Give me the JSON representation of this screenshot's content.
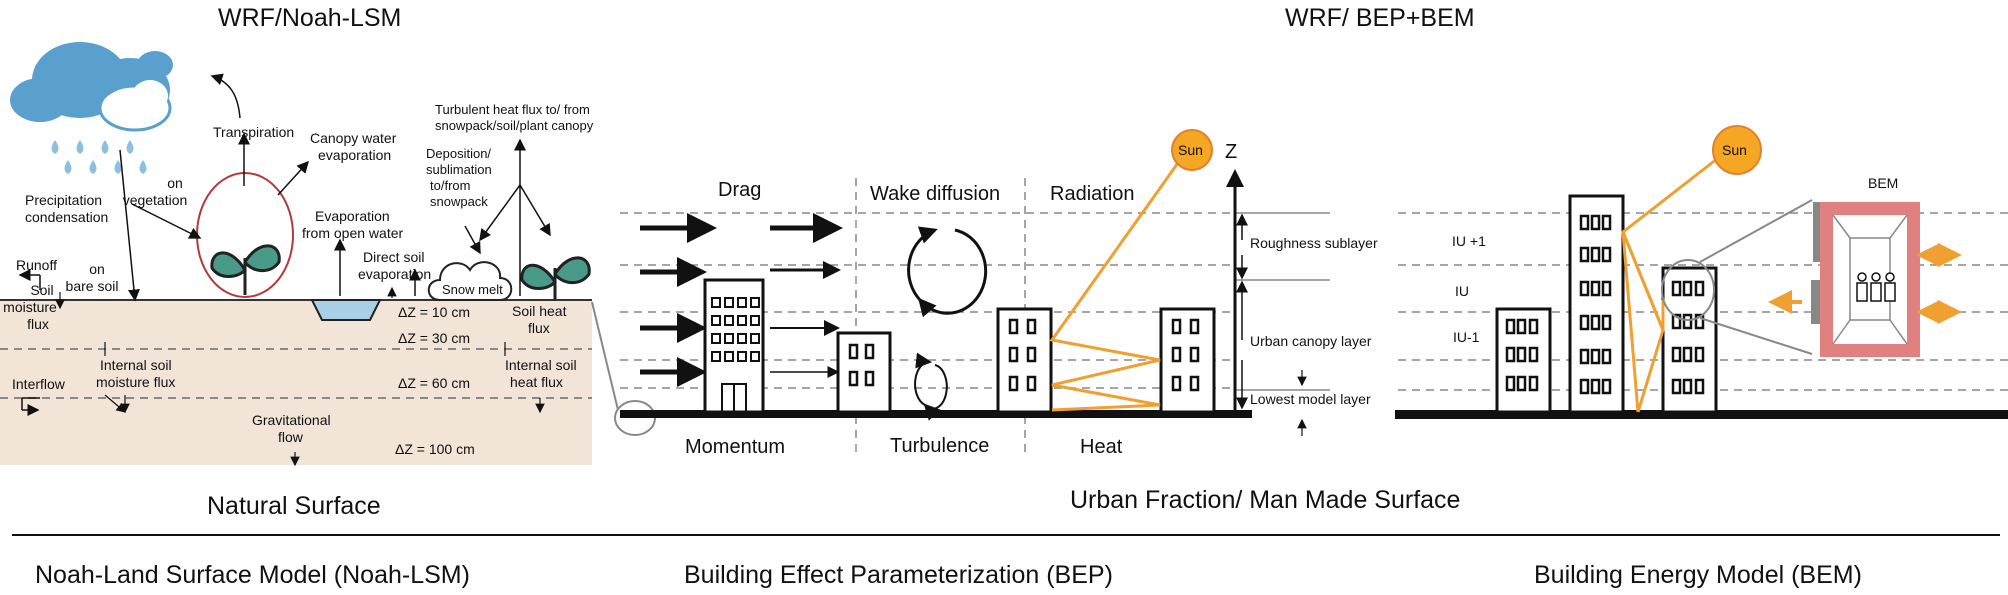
{
  "titles": {
    "noah_header": "WRF/Noah-LSM",
    "bep_header": "WRF/ BEP+BEM",
    "natural_surface": "Natural Surface",
    "urban_surface": "Urban Fraction/ Man Made Surface",
    "noah_footer": "Noah-Land Surface Model (Noah-LSM)",
    "bep_footer": "Building Effect Parameterization (BEP)",
    "bem_footer": "Building Energy Model (BEM)"
  },
  "noah": {
    "precipitation": [
      "Precipitation",
      "condensation"
    ],
    "on_vegetation": [
      "on",
      "vegetation"
    ],
    "on_bare_soil": [
      "on",
      "bare soil"
    ],
    "runoff": "Runoff",
    "transpiration": "Transpiration",
    "canopy_water": [
      "Canopy water",
      "evaporation"
    ],
    "deposition": [
      "Deposition/",
      "sublimation",
      "to/from",
      "snowpack"
    ],
    "turbulent": [
      "Turbulent heat flux to/ from",
      "snowpack/soil/plant canopy"
    ],
    "evap_open_water": [
      "Evaporation",
      "from open water"
    ],
    "direct_soil": [
      "Direct soil",
      "evaporation"
    ],
    "snow_melt": "Snow melt",
    "soil_moisture": [
      "Soil",
      "moisture",
      "flux"
    ],
    "interflow": "Interflow",
    "internal_moisture": [
      "Internal soil",
      "moisture flux"
    ],
    "internal_heat": [
      "Internal soil",
      "heat flux"
    ],
    "soil_heat": [
      "Soil heat",
      "flux"
    ],
    "gravitational": [
      "Gravitational",
      "flow"
    ],
    "layers": [
      "ΔZ  = 10 cm",
      "ΔZ  = 30 cm",
      "ΔZ  = 60 cm",
      "ΔZ  = 100 cm"
    ]
  },
  "bep": {
    "drag": "Drag",
    "wake": "Wake diffusion",
    "radiation": "Radiation",
    "momentum": "Momentum",
    "turbulence": "Turbulence",
    "heat": "Heat",
    "sun": "Sun",
    "z_axis": "Z",
    "roughness": "Roughness sublayer",
    "urban_canopy": "Urban canopy layer",
    "lowest_layer": "Lowest model layer"
  },
  "bem": {
    "label": "BEM",
    "sun": "Sun",
    "iu_plus": "IU +1",
    "iu": "IU",
    "iu_minus": "IU-1"
  },
  "colors": {
    "soil": "#f2e4d6",
    "sun": "#f5a623",
    "orange": "#f0a030",
    "flower": "#b23a3a",
    "water": "#a9cfe6",
    "cloud": "#5aa0cf",
    "leaf": "#4a9a8a",
    "bem_wall": "#e08080"
  }
}
